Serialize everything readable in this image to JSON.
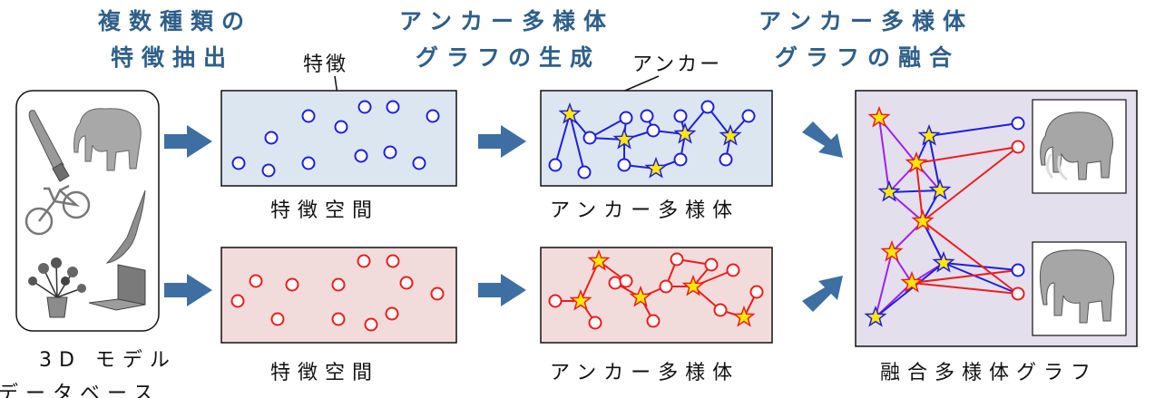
{
  "titles": {
    "step1": [
      "複数種類の",
      "特徴抽出"
    ],
    "step2": [
      "アンカー多様体",
      "グラフの生成"
    ],
    "step3": [
      "アンカー多様体",
      "グラフの融合"
    ]
  },
  "callouts": {
    "feature": "特徴",
    "anchor": "アンカー"
  },
  "captions": {
    "database": [
      "3D モデル",
      "データベース"
    ],
    "feature_space_top": "特徴空間",
    "feature_space_bottom": "特徴空間",
    "manifold_top": "アンカー多様体",
    "manifold_bottom": "アンカー多様体",
    "fused": "融合多様体グラフ"
  },
  "colors": {
    "title_blue": "#2e5f8a",
    "arrow_blue": "#3d6fa3",
    "blue_panel": "#dce6f1",
    "red_panel": "#f2dcdb",
    "fused_panel": "#e4dfec",
    "blue_node": "#1f1fe0",
    "red_node": "#ee1c1c",
    "fused_edge": "#a020f0",
    "star_fill": "#ffe800"
  },
  "icons": [
    "knife-icon",
    "elephant-icon",
    "bicycle-icon",
    "dolphin-icon",
    "plant-icon",
    "laptop-icon",
    "mammoth-icon"
  ]
}
